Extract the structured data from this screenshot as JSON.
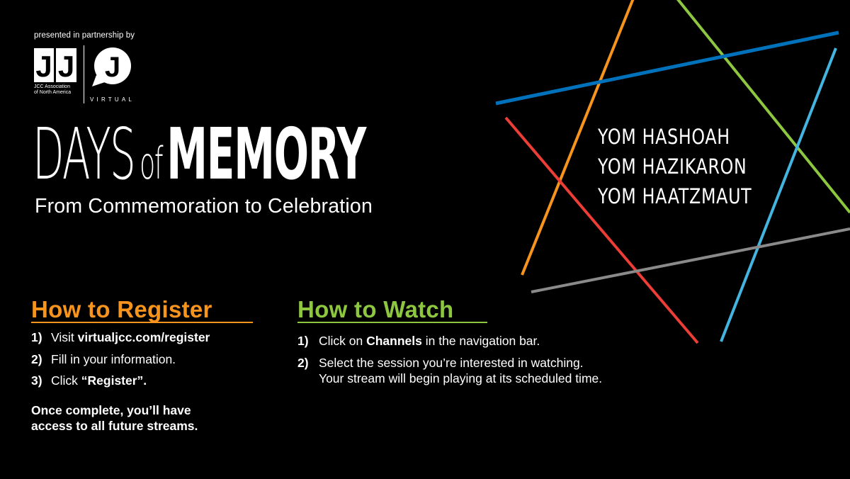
{
  "partner": {
    "presented_text": "presented in partnership by",
    "jcca_logo_letter": "J",
    "jcca_line1": "JCC Association",
    "jcca_line2": "of North America",
    "virtual_logo_letter": "J",
    "virtual_text": "VIRTUAL"
  },
  "title": {
    "days": "DAYS",
    "of": "of",
    "memory": "MEMORY",
    "subtitle": "From Commemoration to Celebration"
  },
  "holidays": [
    "YOM HASHOAH",
    "YOM HAZIKARON",
    "YOM HAATZMAUT"
  ],
  "register": {
    "heading": "How to Register",
    "steps": [
      {
        "num": "1)",
        "pre": "Visit ",
        "bold": "virtualjcc.com/register",
        "post": ""
      },
      {
        "num": "2)",
        "pre": "Fill in your information.",
        "bold": "",
        "post": ""
      },
      {
        "num": "3)",
        "pre": "Click ",
        "bold": "“Register”.",
        "post": ""
      }
    ],
    "note_line1": "Once complete, you’ll have",
    "note_line2": "access to all future streams."
  },
  "watch": {
    "heading": "How to Watch",
    "steps": [
      {
        "num": "1)",
        "pre": "Click on ",
        "bold": "Channels",
        "post": " in the navigation bar."
      },
      {
        "num": "2)",
        "pre": "Select the session you’re interested in watching. Your stream will begin playing at its scheduled time.",
        "bold": "",
        "post": ""
      }
    ]
  },
  "colors": {
    "orange": "#f7941d",
    "green": "#8dc63f",
    "blue": "#0072bc",
    "light_blue": "#44b5e0",
    "red": "#ec3d36",
    "gray": "#8a8a8a",
    "background": "#000000"
  },
  "decoration": {
    "icon": "star-of-david-lines-icon"
  }
}
